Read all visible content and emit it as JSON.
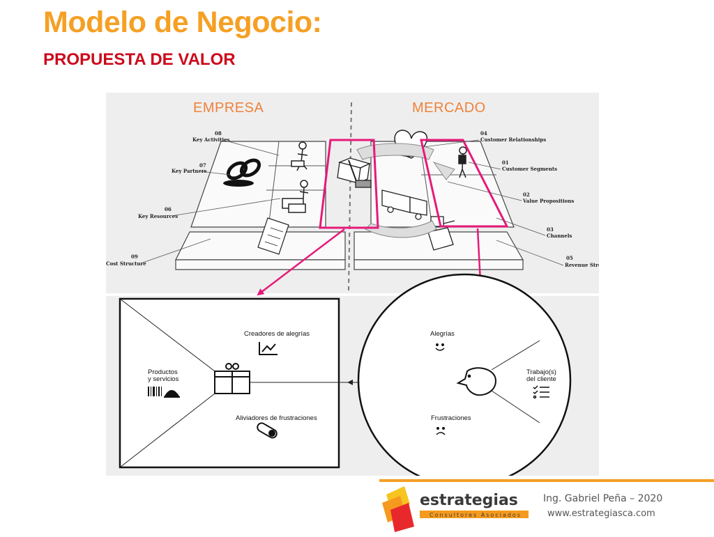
{
  "slide": {
    "title": "Modelo de Negocio:",
    "subtitle": "PROPUESTA DE VALOR"
  },
  "canvas": {
    "left_title": "EMPRESA",
    "right_title": "MERCADO",
    "blocks": [
      {
        "num": "08",
        "label": "Key Activities"
      },
      {
        "num": "07",
        "label": "Key Partners"
      },
      {
        "num": "06",
        "label": "Key Resources"
      },
      {
        "num": "09",
        "label": "Cost Structure"
      },
      {
        "num": "04",
        "label": "Customer Relationships"
      },
      {
        "num": "01",
        "label": "Customer Segments"
      },
      {
        "num": "02",
        "label": "Value Propositions"
      },
      {
        "num": "03",
        "label": "Channels"
      },
      {
        "num": "05",
        "label": "Revenue Streams"
      }
    ]
  },
  "value_map": {
    "gain_creators": "Creadores de alegrías",
    "products_line1": "Productos",
    "products_line2": "y servicios",
    "pain_relievers": "Aliviadores de frustraciones"
  },
  "customer_profile": {
    "gains": "Alegrías",
    "jobs_line1": "Trabajo(s)",
    "jobs_line2": "del cliente",
    "pains": "Frustraciones"
  },
  "colors": {
    "title": "#f5a024",
    "subtitle": "#cc0a1c",
    "highlight": "#e6197a",
    "section_title": "#f0813a"
  },
  "footer": {
    "brand": "estrategias",
    "tagline": "Consultores Asociados",
    "author": "Ing. Gabriel Peña – 2020",
    "website": "www.estrategiasca.com"
  }
}
